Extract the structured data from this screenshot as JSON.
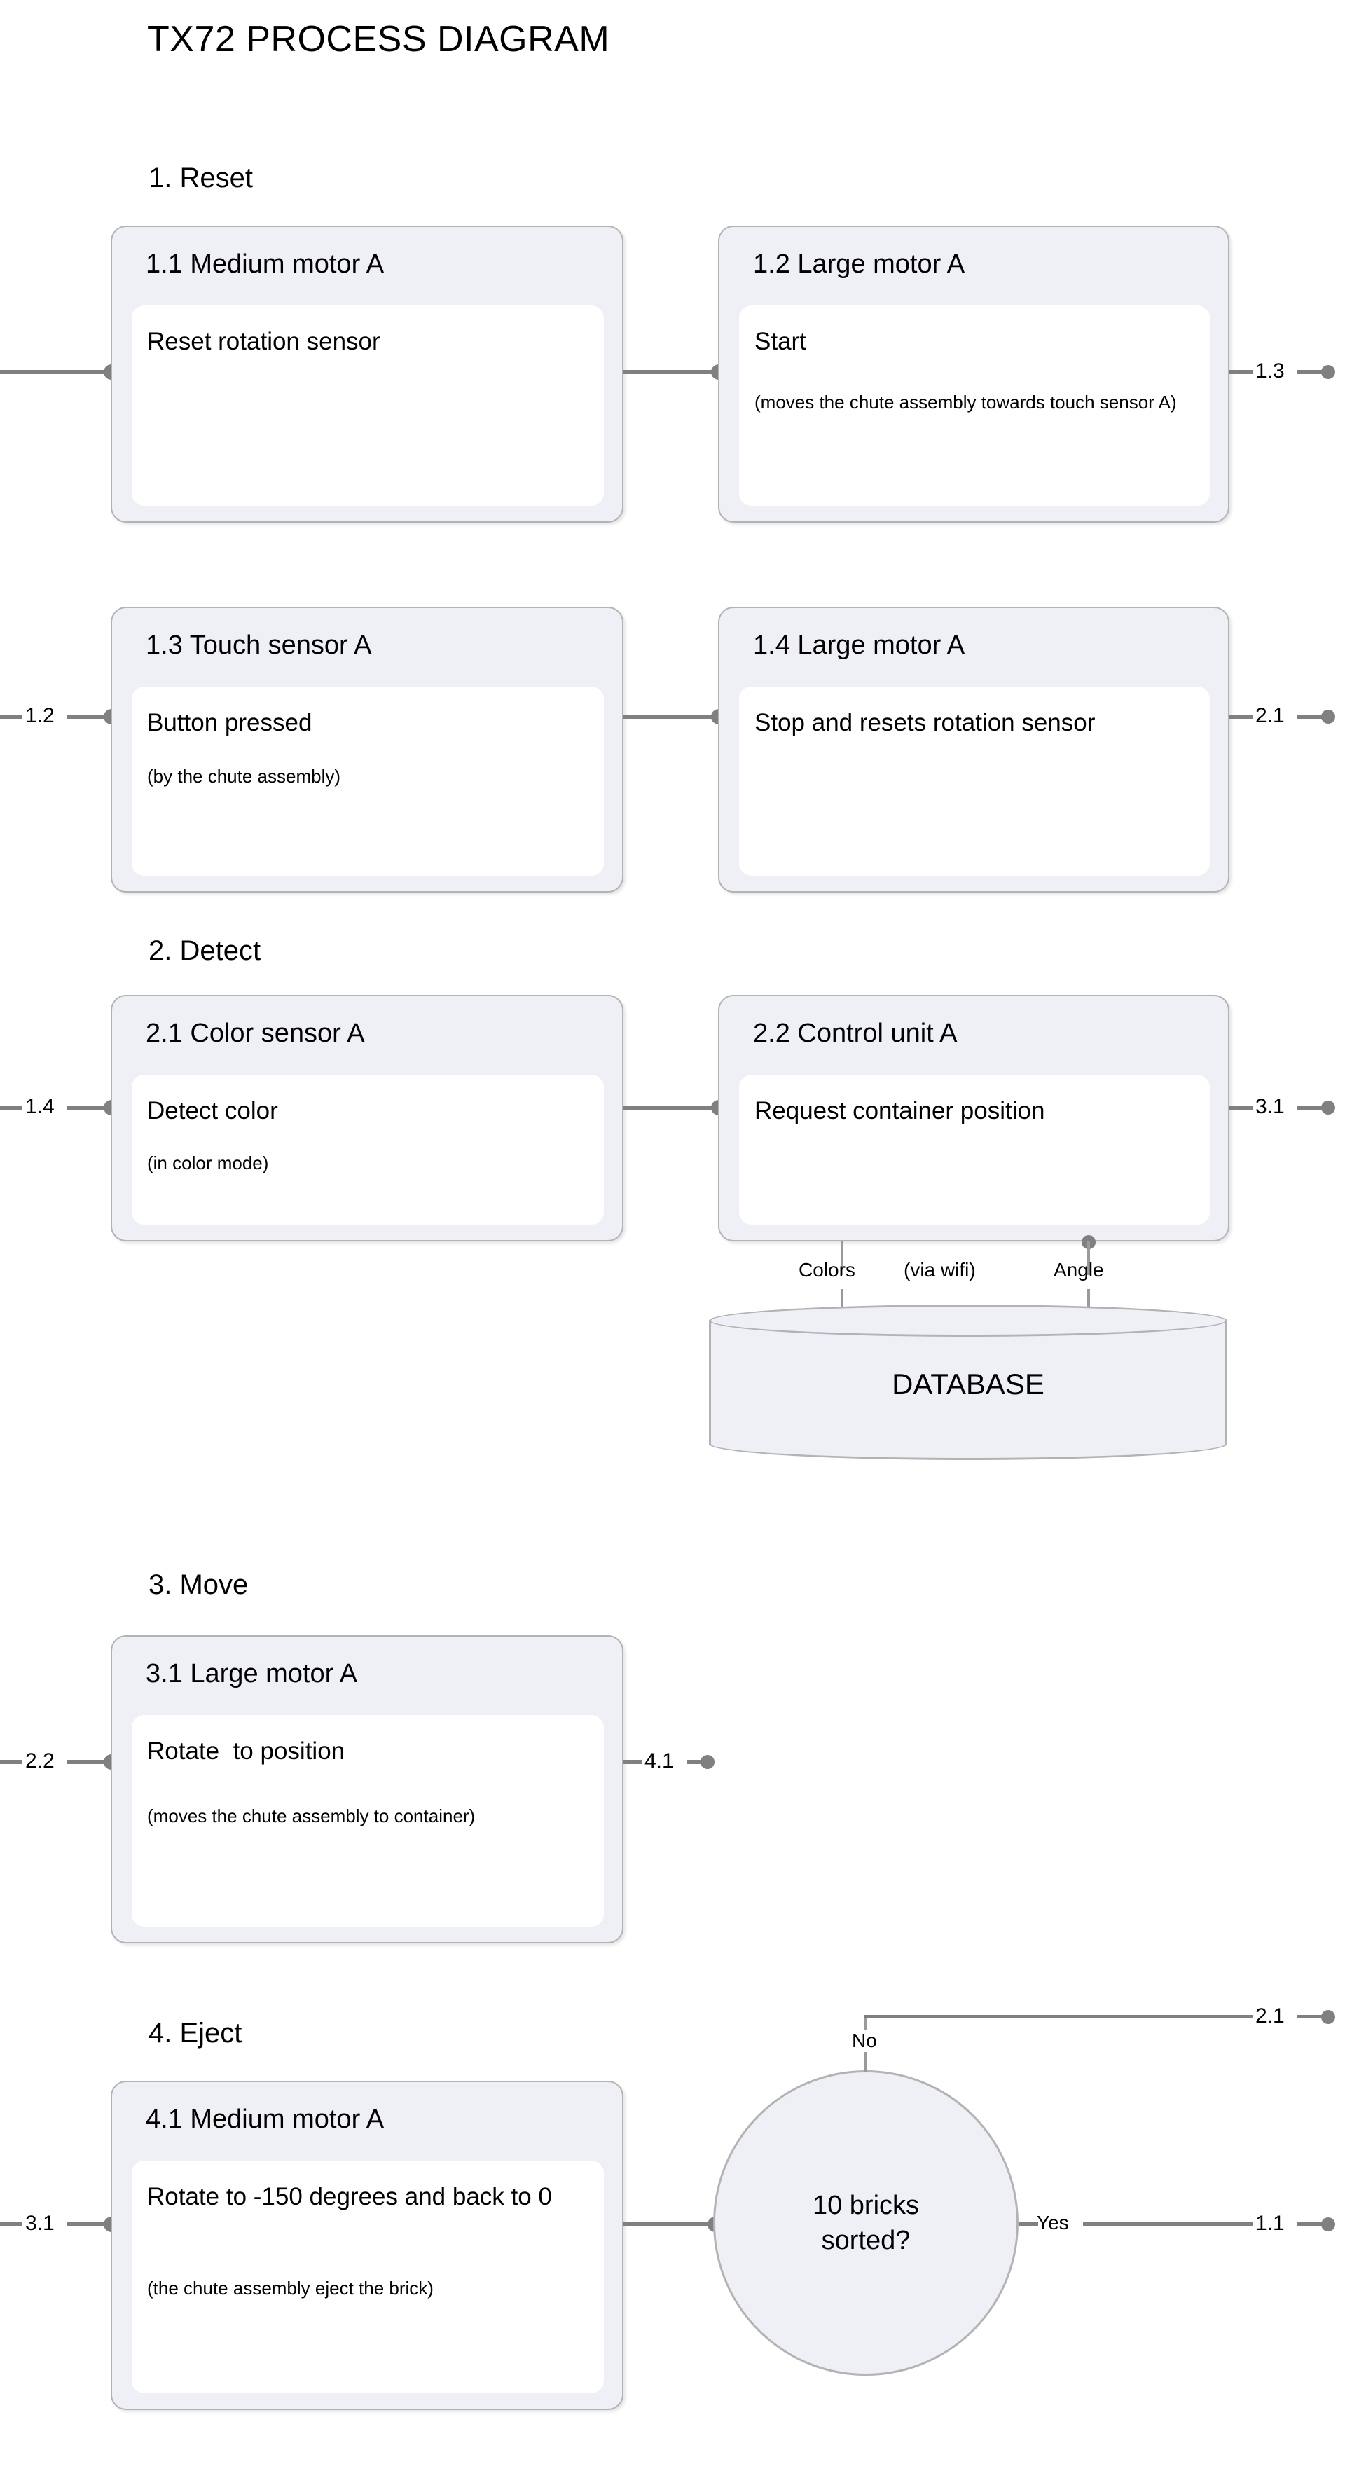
{
  "title": "TX72 PROCESS DIAGRAM",
  "sections": [
    {
      "label": "1. Reset"
    },
    {
      "label": "2. Detect"
    },
    {
      "label": "3. Move"
    },
    {
      "label": "4. Eject"
    }
  ],
  "cards": {
    "c11": {
      "title": "1.1 Medium motor A",
      "main": "Reset rotation sensor",
      "note": ""
    },
    "c12": {
      "title": "1.2 Large motor A",
      "main": "Start",
      "note": "(moves the chute assembly\ntowards touch sensor A)"
    },
    "c13": {
      "title": "1.3 Touch sensor A",
      "main": "Button pressed",
      "note": "(by the chute assembly)"
    },
    "c14": {
      "title": "1.4 Large motor A",
      "main": "Stop and resets rotation sensor",
      "note": ""
    },
    "c21": {
      "title": "2.1 Color sensor A",
      "main": "Detect color",
      "note": "(in color mode)"
    },
    "c22": {
      "title": "2.2 Control unit A",
      "main": "Request container position",
      "note": ""
    },
    "c31": {
      "title": "3.1 Large motor A",
      "main": "Rotate  to position",
      "note": "(moves the chute assembly to\ncontainer)"
    },
    "c41": {
      "title": "4.1 Medium motor A",
      "main": "Rotate to -150 degrees and back to 0",
      "note": "(the chute assembly eject the\nbrick)"
    }
  },
  "database": {
    "label": "DATABASE",
    "link_colors": "Colors",
    "link_via": "(via wifi)",
    "link_angle": "Angle"
  },
  "decision": {
    "text": "10 bricks\nsorted?",
    "branch_no": "No",
    "branch_yes": "Yes"
  },
  "connectors": {
    "out_11_to_12": "",
    "out_12_to_13": "1.3",
    "in_13_from_12": "1.2",
    "out_14_to_21": "2.1",
    "in_21_from_14": "1.4",
    "out_22_to_31": "3.1",
    "in_31_from_22": "2.2",
    "out_31_to_41": "4.1",
    "in_41_from_31": "3.1",
    "no_target": "2.1",
    "yes_target": "1.1"
  },
  "colors": {
    "card_header_bg": "#eff0f6",
    "card_body_bg": "#ffffff",
    "card_border": "#b3b3b3",
    "connector": "#808080",
    "text": "#000000",
    "page_bg": "#ffffff"
  }
}
